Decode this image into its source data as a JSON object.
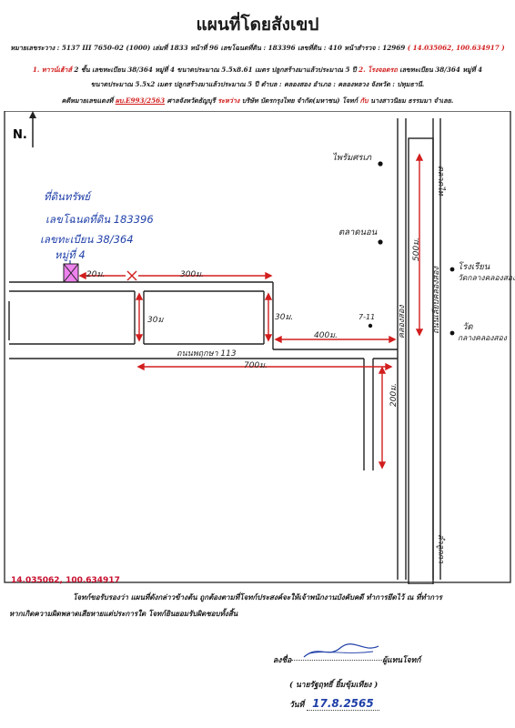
{
  "header": {
    "title": "แผนที่โดยสังเขป",
    "line1": "หมายเลขระวาง : 5137 III 7650-02 (1000) เล่มที่ 1833 หน้าที่ 96 เลขโฉนดที่ดิน : 183396 เลขที่ดิน : 410 หน้าสำรวจ : 12969",
    "line1_coords": "( 14.035062, 100.634917 )",
    "line2_item1": "1. ทาวน์เฮ้าส์",
    "line2_mid": "2 ชั้น เลขทะเบียน 38/364 หมู่ที่ 4 ขนาดประมาณ 5.5x8.61 เมตร ปลูกสร้างมาแล้วประมาณ 5 ปี",
    "line2_item2": "2. โรงจอดรถ",
    "line2_end": "เลขทะเบียน 38/364 หมู่ที่ 4",
    "line3": "ขนาดประมาณ 5.5x2 เมตร ปลูกสร้างมาแล้วประมาณ 5 ปี ตำบล : คลองสอง อำเภอ : คลองหลวง จังหวัด : ปทุมธานี.",
    "line4_a": "คดีหมายเลขแดงที่",
    "line4_case": "ผบ.E993/2563",
    "line4_b": "ศาลจังหวัดธัญบุรี",
    "line4_between": "ระหว่าง",
    "line4_c": "บริษัท บัตรกรุงไทย จำกัด(มหาชน) โจทก์",
    "line4_with": "กับ",
    "line4_d": "นางสาวนิยม ธรรมมา จำเลย."
  },
  "map": {
    "north": "N.",
    "property_label1": "ที่ดินทรัพย์",
    "property_label2": "เลขโฉนดที่ดิน 183396",
    "property_label3": "เลขทะเบียน 38/364",
    "property_label4": "หมู่ที่ 4",
    "dist_20": "20ม.",
    "dist_300": "300ม.",
    "dist_30_left": "30ม",
    "dist_30_right": "30ม.",
    "dist_400": "400ม.",
    "dist_700": "700ม.",
    "dist_500": "500ม.",
    "dist_200": "200ม.",
    "road_soi": "ถนนพฤกษา 113",
    "canal": "คลองสอง",
    "highway": "ถนนเลียบคลองสอง",
    "highway_top": "ตลาดไท",
    "highway_bottom": "ลำลูกกา",
    "landmark_pharmacy": "ไพรัมศรเภ",
    "landmark_market": "ตลาดนอน",
    "landmark_7eleven": "7-11",
    "landmark_school1": "โรงเรียน",
    "landmark_school2": "วัดกลางคลองสอง",
    "landmark_temple1": "วัด",
    "landmark_temple2": "กลางคลองสอง",
    "coords": "14.035062, 100.634917"
  },
  "footer": {
    "cert1": "โจทก์ขอรับรองว่า แผนที่ดังกล่าวข้างต้น ถูกต้องตามที่โจทก์ประสงค์จะให้เจ้าพนักงานบังคับคดี ทำการยึดไว้ ณ ที่ทำการ",
    "cert2": "หากเกิดความผิดพลาดเสียหายแต่ประการใด โจทก์ยินยอมรับผิดชอบทั้งสิ้น",
    "sign_prefix": "ลงชื่อ",
    "sign_suffix": "ผู้แทนโจทก์",
    "name": "( นายรัฐฤทธิ์ ยิ้มขุ้มเทียง )",
    "date_label": "วันที่",
    "date_value": "17.8.2565"
  },
  "colors": {
    "red": "#d21e1e",
    "pin": "#c8102e",
    "blue_pen": "#1f3fa8",
    "property_fill": "#ee82ee"
  }
}
